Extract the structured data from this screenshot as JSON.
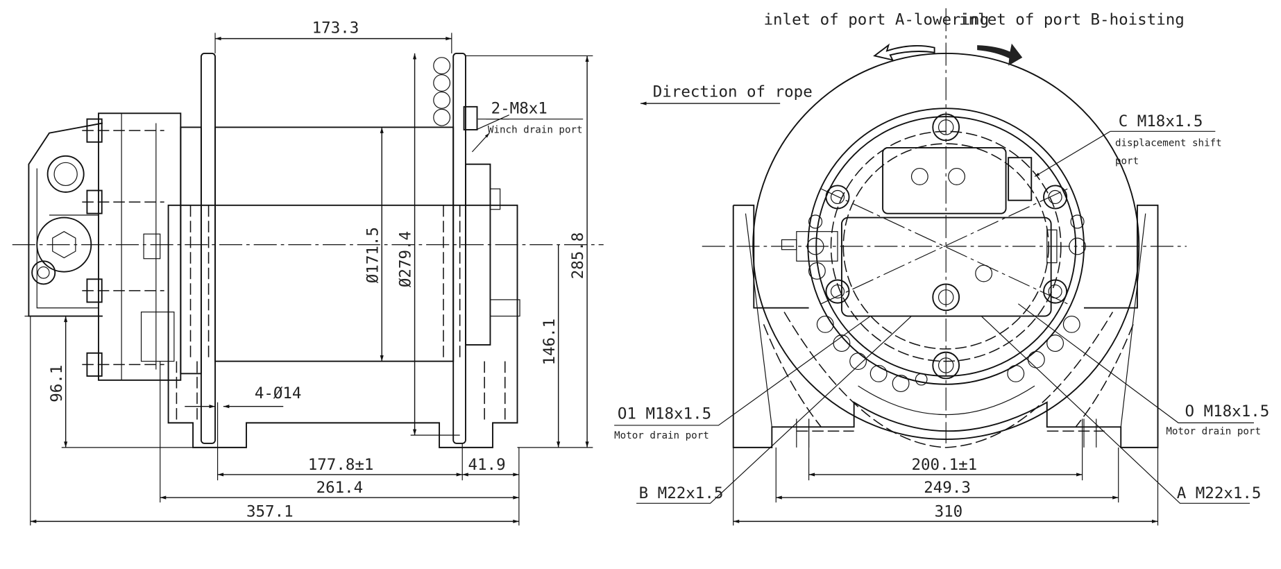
{
  "side_view": {
    "dimensions": {
      "drum_width": "173.3",
      "overall_height": "285.8",
      "center_height": "146.1",
      "motor_center_height": "96.1",
      "drum_diameter": "Ø171.5",
      "flange_diameter": "Ø279.4",
      "mount_holes": "4-Ø14",
      "foot_spacing": "177.8±1",
      "foot_offset": "41.9",
      "base_length": "261.4",
      "overall_length": "357.1"
    },
    "callouts": {
      "winch_drain_thread": "2-M8x1",
      "winch_drain_label": "Winch drain port"
    }
  },
  "front_view": {
    "rotation_labels": {
      "port_a": "inlet of port A-lowering",
      "port_b": "inlet of port B-hoisting"
    },
    "rope_direction": "Direction of rope",
    "callouts": {
      "c_thread": "C M18x1.5",
      "c_label_1": "displacement shift",
      "c_label_2": "port",
      "o1_thread": "O1 M18x1.5",
      "o1_label": "Motor drain port",
      "o_thread": "O M18x1.5",
      "o_label": "Motor drain port",
      "b_thread": "B M22x1.5",
      "a_thread": "A M22x1.5"
    },
    "dimensions": {
      "foot_spacing": "200.1±1",
      "base_width": "249.3",
      "overall_width": "310"
    }
  }
}
